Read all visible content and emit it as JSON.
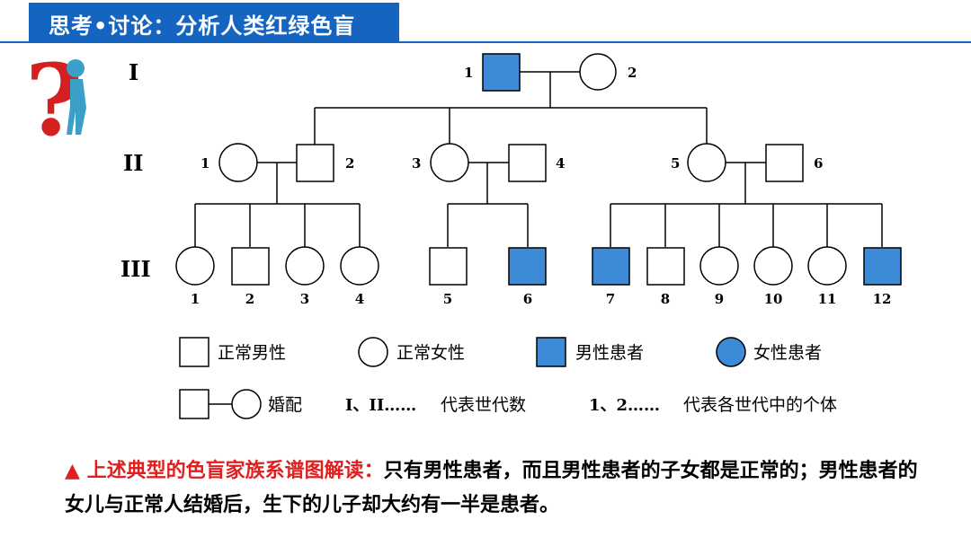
{
  "header": {
    "title": "思考•讨论：分析人类红绿色盲"
  },
  "generations": [
    "I",
    "II",
    "III"
  ],
  "gen1": {
    "n1": "1",
    "n2": "2"
  },
  "gen2": {
    "n1": "1",
    "n2": "2",
    "n3": "3",
    "n4": "4",
    "n5": "5",
    "n6": "6"
  },
  "gen3": [
    "1",
    "2",
    "3",
    "4",
    "5",
    "6",
    "7",
    "8",
    "9",
    "10",
    "11",
    "12"
  ],
  "legend": {
    "normal_male": "正常男性",
    "normal_female": "正常女性",
    "affected_male": "男性患者",
    "affected_female": "女性患者",
    "marriage": "婚配",
    "gen_roman": "I、II……",
    "gen_desc": "代表世代数",
    "ind_nums": "1、2……",
    "ind_desc": "代表各世代中的个体"
  },
  "note": {
    "marker": "▲",
    "highlight": "上述典型的色盲家族系谱图解读：",
    "text": "只有男性患者，而且男性患者的子女都是正常的；男性患者的女儿与正常人结婚后，生下的儿子却大约有一半是患者。"
  },
  "colors": {
    "affected": "#3d8bd6",
    "header": "#1565c0",
    "highlight": "#e02020"
  }
}
